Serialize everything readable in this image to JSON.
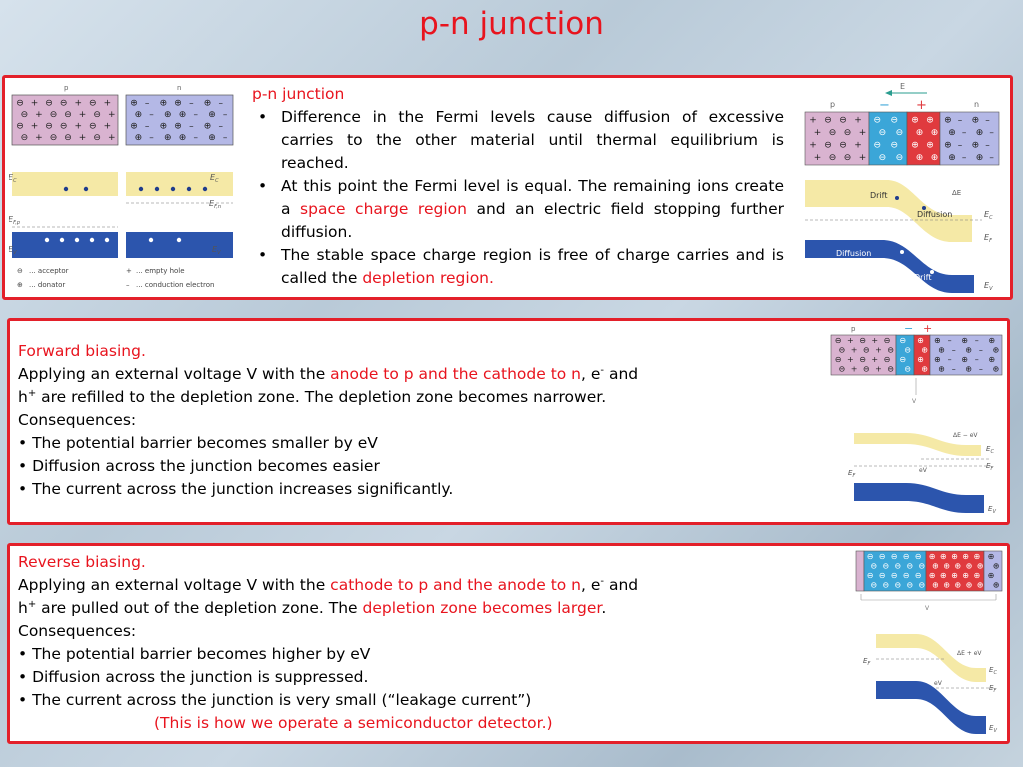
{
  "title": "p-n junction",
  "panel1": {
    "heading": "p-n junction",
    "bullets": [
      {
        "text": "Difference in the Fermi levels cause diffusion of excessive carries to the other material until thermal equilibrium is reached."
      },
      {
        "pre": "At this point the Fermi level is equal. The remaining ions create a ",
        "highlight": "space charge region",
        "post": " and an electric field stopping further diffusion."
      },
      {
        "pre": "The stable space charge region is free of charge carries and is called the ",
        "highlight": "depletion region."
      }
    ],
    "left_figure": {
      "p_label": "p",
      "n_label": "n",
      "ec_left": "E",
      "ec_left_sub": "C",
      "ec_right": "E",
      "ec_right_sub": "C",
      "efn": "E",
      "efn_sub": "F,n",
      "efp": "E",
      "efp_sub": "F,p",
      "ev_left": "E",
      "ev_left_sub": "V",
      "ev_right": "E",
      "ev_right_sub": "V",
      "legend": [
        {
          "symbol": "⊖",
          "text": "... acceptor"
        },
        {
          "symbol": "⊕",
          "text": "... donator"
        },
        {
          "symbol": "+",
          "text": "... empty hole"
        },
        {
          "symbol": "–",
          "text": "... conduction electron"
        }
      ]
    },
    "right_figure": {
      "e_label": "E",
      "p_label": "p",
      "n_label": "n",
      "minus": "−",
      "plus": "+",
      "drift": "Drift",
      "diffusion": "Diffusion",
      "delta_e": "ΔE",
      "ec": "E",
      "ec_sub": "C",
      "ef": "E",
      "ef_sub": "F",
      "ev": "E",
      "ev_sub": "V"
    }
  },
  "panel2": {
    "heading": "Forward biasing.",
    "line1_pre": "Applying an external voltage V with the ",
    "line1_highlight": "anode to p and the cathode to n",
    "line1_post": ", e",
    "line1_sup": "-",
    "line1_end": " and",
    "line2_start": "h",
    "line2_sup": "+",
    "line2_rest": " are refilled to the depletion zone. The depletion zone becomes narrower.",
    "consequences": "Consequences:",
    "items": [
      "• The potential barrier becomes smaller by eV",
      "• Diffusion across the junction becomes easier",
      "• The current across the junction increases significantly."
    ],
    "figure": {
      "p_label": "p",
      "minus": "−",
      "plus": "+",
      "v_label": "V",
      "de": "ΔE − eV",
      "ev_label": "eV",
      "ec": "E",
      "ec_sub": "C",
      "ef": "E",
      "ef_sub": "F",
      "ev": "E",
      "ev_sub": "V"
    }
  },
  "panel3": {
    "heading": "Reverse biasing.",
    "line1_pre": "Applying an external voltage V with the ",
    "line1_highlight": "cathode to p and the anode to n",
    "line1_post": ", e",
    "line1_sup": "-",
    "line1_end": " and",
    "line2_start": "h",
    "line2_sup": "+",
    "line2_mid": " are pulled out of the depletion zone. The ",
    "line2_highlight": "depletion zone becomes larger",
    "line2_end": ".",
    "consequences": "Consequences:",
    "items": [
      "• The potential barrier becomes higher by eV",
      "• Diffusion across the junction is suppressed.",
      "• The current across the junction is very small (“leakage current”)"
    ],
    "note": "(This is how we operate a semiconductor detector.)",
    "figure": {
      "v_label": "V",
      "de": "ΔE + eV",
      "ev_label": "eV",
      "ec": "E",
      "ec_sub": "C",
      "ef": "E",
      "ef_sub": "F",
      "ev": "E",
      "ev_sub": "V"
    }
  },
  "colors": {
    "title_red": "#e8141e",
    "border_red": "#e3202a",
    "p_region": "#d9b3d0",
    "n_region": "#b4b8e6",
    "depl_blue": "#3ba6d8",
    "depl_red": "#e03a3e",
    "conduction_band": "#f5e9a6",
    "valence_band": "#2c55ad"
  }
}
